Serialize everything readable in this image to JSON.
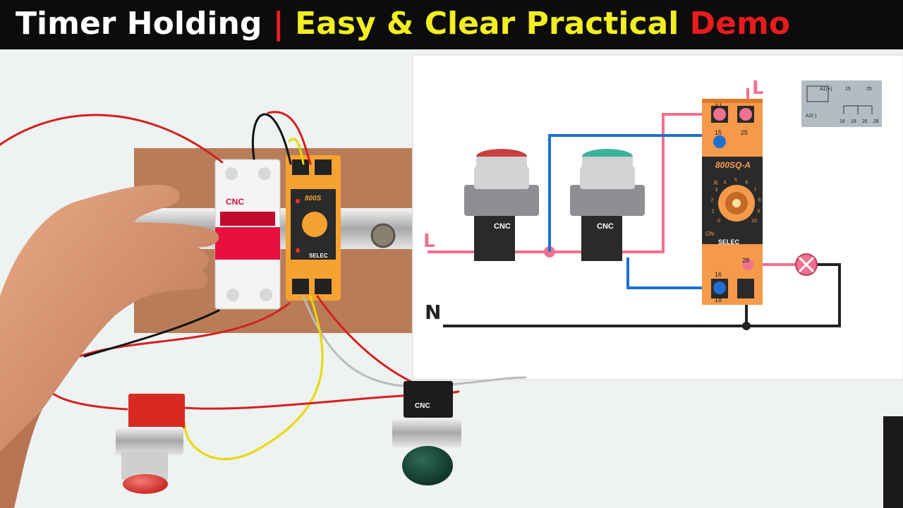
{
  "banner": {
    "title": "Timer Holding",
    "separator": "|",
    "subtitle_main": "Easy & Clear Practical",
    "subtitle_accent": "Demo",
    "colors": {
      "background": "#0c0c0c",
      "title": "#ffffff",
      "subtitle": "#f2ee22",
      "accent": "#e81c1c"
    }
  },
  "hardware": {
    "breaker_brand": "CNC",
    "timer_model": "800S",
    "timer_brand": "SELEC",
    "pushbutton_brand": "CNC"
  },
  "diagram": {
    "line_label_left": "L",
    "line_label_top": "L",
    "neutral_label": "N",
    "pushbutton_brand": "CNC",
    "timer_model": "800SQ-A",
    "timer_brand": "SELEC",
    "terminals": {
      "a1": "A1",
      "a2": "A2",
      "t15": "15",
      "t25": "25",
      "t16": "16",
      "t18": "18",
      "t26": "26",
      "t28": "28"
    },
    "dial_numbers": [
      "0",
      "1",
      "2",
      "3",
      "4",
      "5",
      "6",
      "7",
      "8",
      "9",
      "10"
    ],
    "dial_mode_label": "R",
    "on_label": "ON",
    "legend": {
      "a1_label": "A1(+)",
      "a2_label": "A2(-)",
      "top_terminals": [
        "15",
        "25"
      ],
      "bottom_terminals": [
        "16",
        "18",
        "26",
        "28"
      ]
    },
    "colors": {
      "live": "#f07090",
      "control": "#1f6fd0",
      "neutral": "#222222",
      "timer_body": "#f59a4a"
    }
  }
}
